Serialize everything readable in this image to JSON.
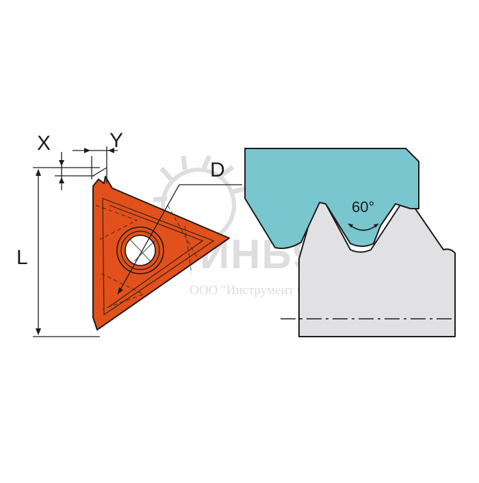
{
  "labels": {
    "x": "X",
    "y": "Y",
    "d": "D",
    "l": "L",
    "angle": "60°"
  },
  "watermark": {
    "logo_text": "ИНБ9",
    "caption": "ООО \"Инструмент 69\""
  },
  "colors": {
    "insert_fill": "#e2501c",
    "thread_top_fill": "#7ac6cf",
    "thread_bottom_fill": "#e1e1e3",
    "line": "#1b1b1b",
    "watermark": "#c4c4c4"
  }
}
